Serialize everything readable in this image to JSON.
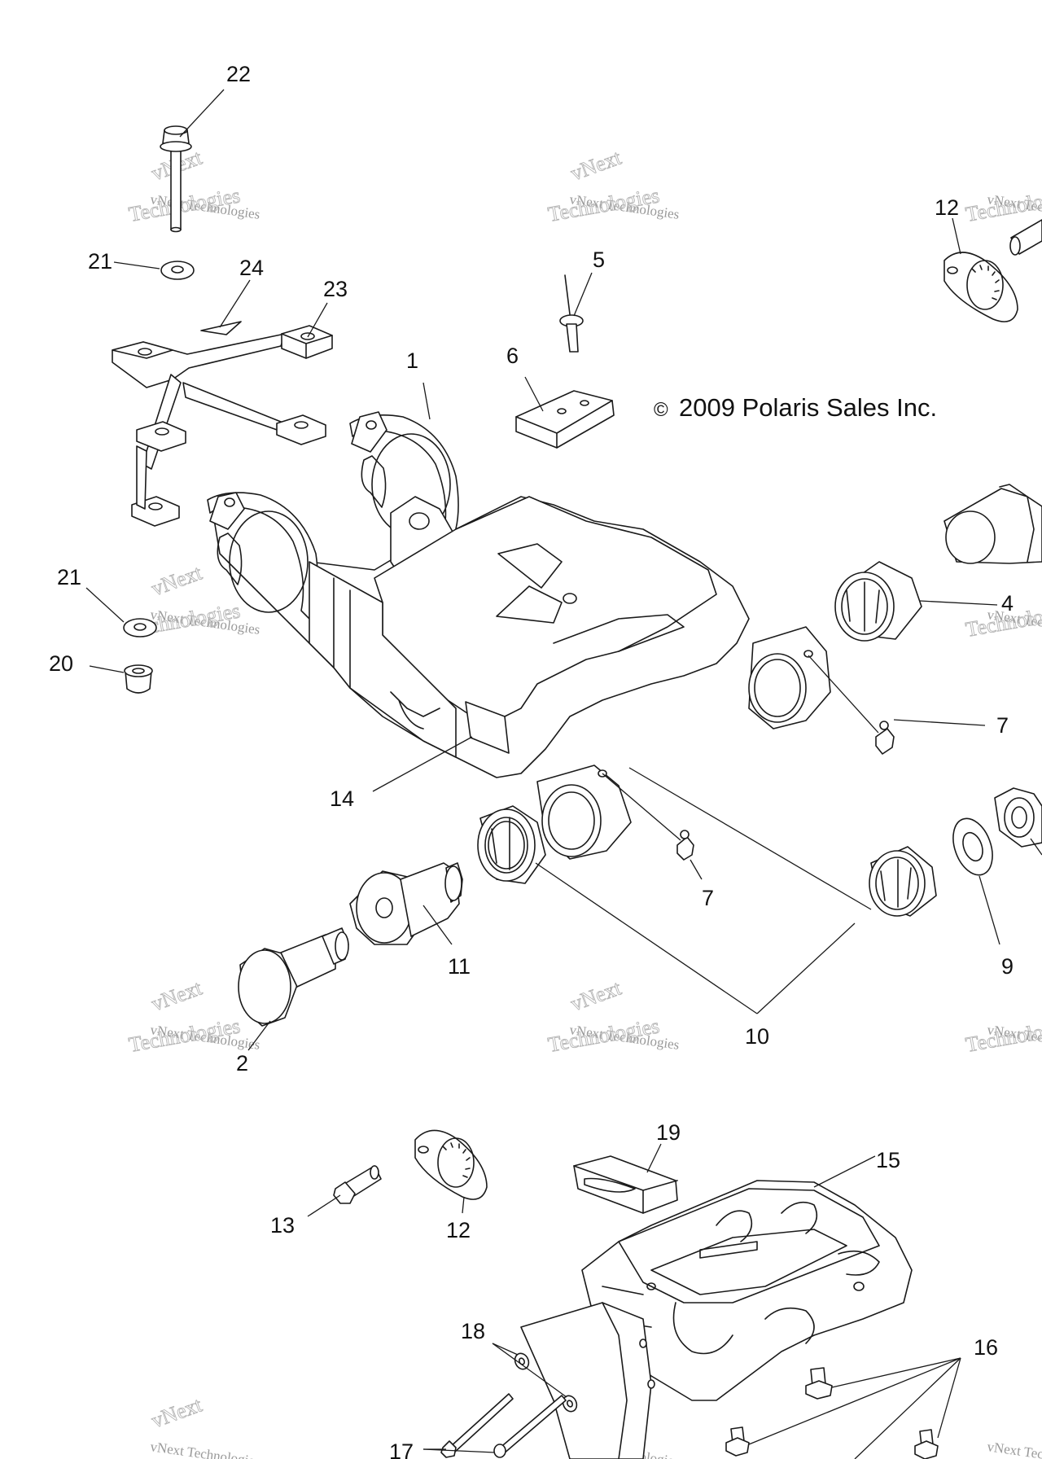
{
  "copyright": "2009 Polaris Sales Inc.",
  "copyright_symbol": "©",
  "watermark": {
    "line1": "vNext Technologies",
    "line2": "Technologies",
    "arc": "vNext"
  },
  "callouts": {
    "c1": "1",
    "c2": "2",
    "c4": "4",
    "c5": "5",
    "c6": "6",
    "c7a": "7",
    "c7b": "7",
    "c9": "9",
    "c10": "10",
    "c11": "11",
    "c12a": "12",
    "c12b": "12",
    "c13": "13",
    "c14": "14",
    "c15": "15",
    "c16": "16",
    "c17": "17",
    "c18": "18",
    "c19": "19",
    "c20": "20",
    "c21a": "21",
    "c21b": "21",
    "c22": "22",
    "c23": "23",
    "c24": "24"
  },
  "colors": {
    "line": "#1a1a1a",
    "watermark": "#9a9a9a",
    "background": "#ffffff"
  }
}
